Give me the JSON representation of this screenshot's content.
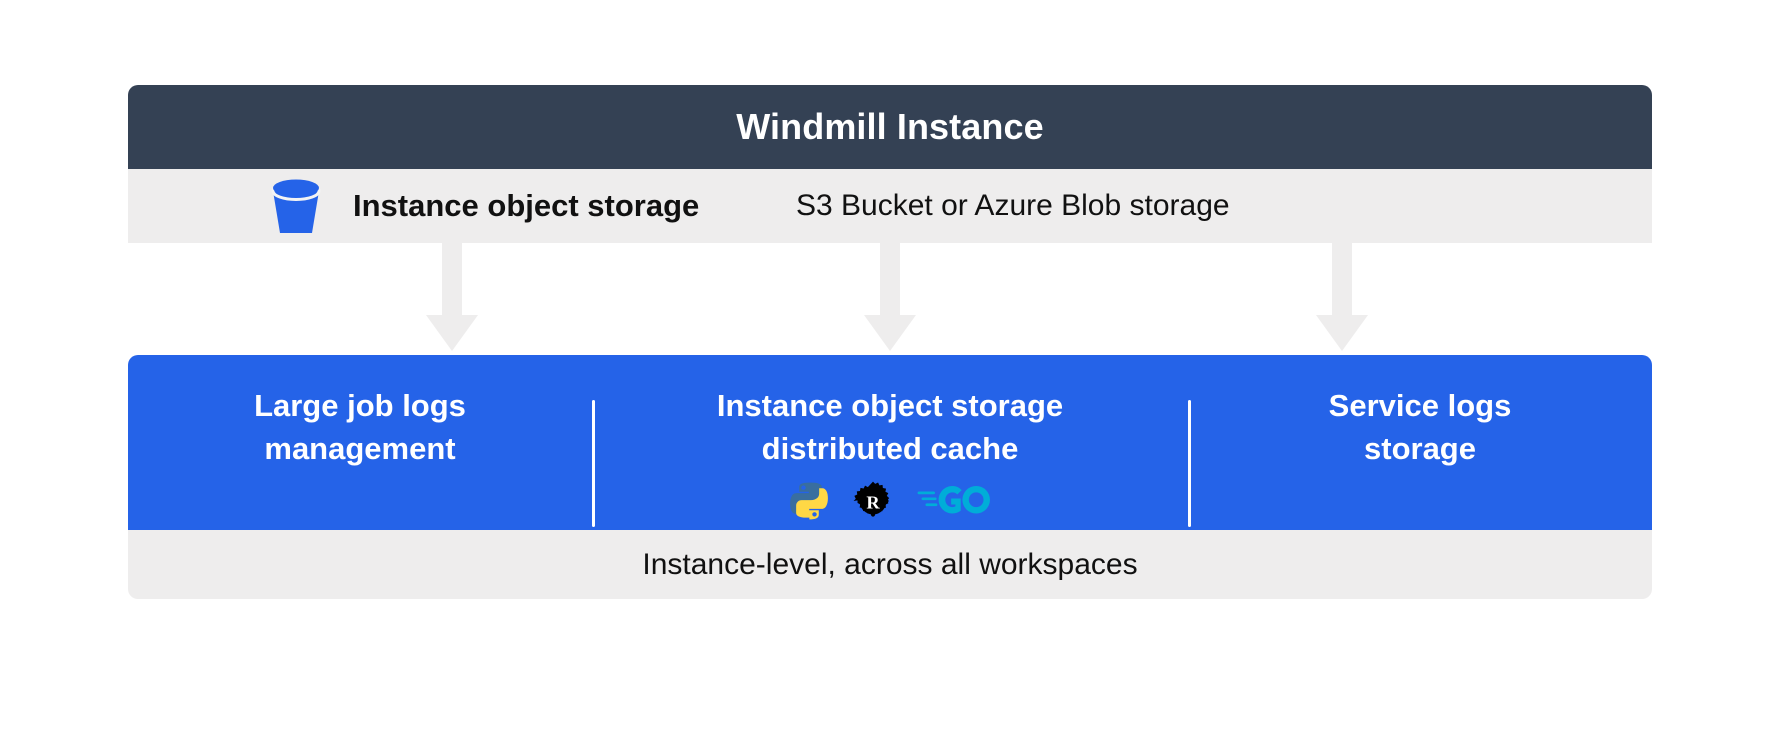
{
  "colors": {
    "header_bg": "#344154",
    "band_bg": "#eeeded",
    "panel_blue": "#2563e8",
    "page_bg": "#ffffff",
    "text_dark": "#111111",
    "text_light": "#ffffff",
    "bucket_blue": "#2563e8",
    "go_cyan": "#00add8",
    "python_blue": "#396e9f",
    "python_yellow": "#ffd845",
    "rust_black": "#000000"
  },
  "header": {
    "title": "Windmill Instance"
  },
  "storage_band": {
    "icon": "s3-bucket-icon",
    "label": "Instance object storage",
    "detail": "S3 Bucket or Azure Blob storage"
  },
  "connectors": [
    {
      "name": "arrow-to-large-job-logs",
      "target": "large-job-logs-management"
    },
    {
      "name": "arrow-to-distributed-cache",
      "target": "instance-object-storage-distributed-cache"
    },
    {
      "name": "arrow-to-service-logs",
      "target": "service-logs-storage"
    }
  ],
  "panel": {
    "columns": [
      {
        "id": "large-job-logs-management",
        "title": "Large job logs\nmanagement",
        "languages": []
      },
      {
        "id": "instance-object-storage-distributed-cache",
        "title": "Instance object storage\ndistributed cache",
        "languages": [
          "python-icon",
          "rust-icon",
          "go-icon"
        ]
      },
      {
        "id": "service-logs-storage",
        "title": "Service logs\nstorage",
        "languages": []
      }
    ]
  },
  "footer": {
    "text": "Instance-level, across all workspaces"
  }
}
